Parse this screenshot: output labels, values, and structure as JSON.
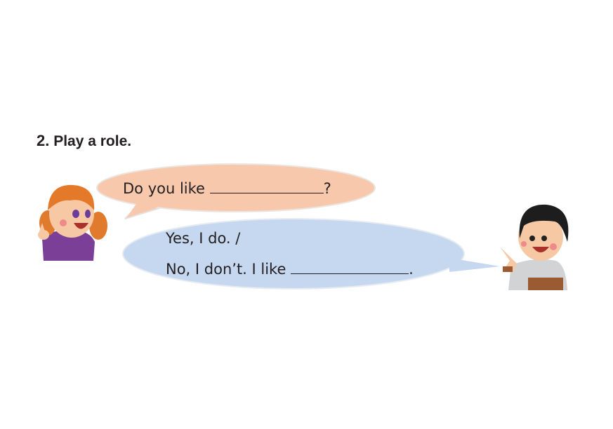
{
  "exercise": {
    "number": "2.",
    "instruction": "Play a role."
  },
  "bubbles": {
    "question": {
      "text": "Do you like",
      "end": "?",
      "color": "#f8c8ad"
    },
    "answer": {
      "line1": "Yes, I do. /",
      "line2": "No, I don’t. I like",
      "end": ".",
      "color": "#c6d8ef"
    }
  },
  "characters": [
    "girl",
    "boy"
  ]
}
